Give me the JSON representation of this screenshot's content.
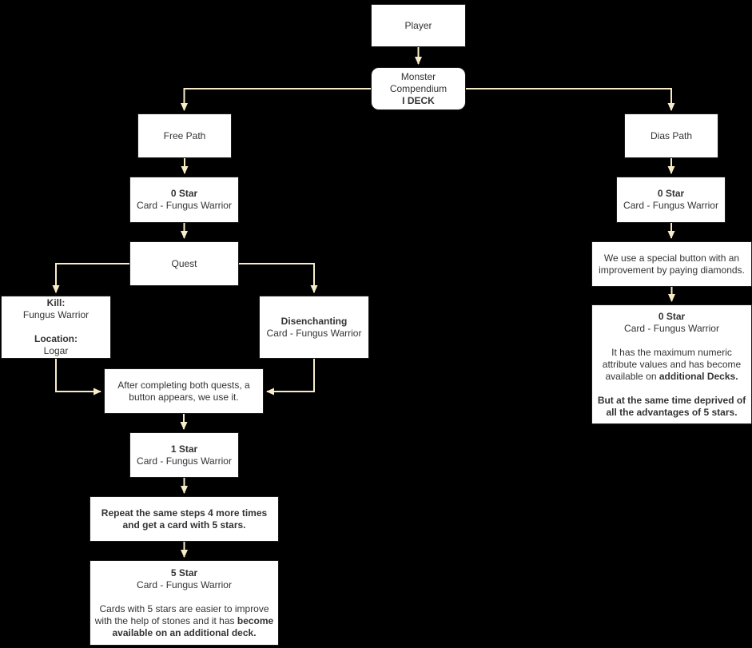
{
  "canvas": {
    "background_color": "#000000",
    "box_fill_color": "#ffffff",
    "text_color": "#333333",
    "arrow_color": "#f8ecc8"
  },
  "nodes": {
    "player": {
      "label": "Player"
    },
    "compendium": {
      "line1": "Monster Compendium",
      "line2_bold": "I DECK"
    },
    "free_path": {
      "label": "Free Path"
    },
    "star0_left": {
      "bold": "0 Star",
      "text": "Card - Fungus Warrior"
    },
    "quest": {
      "label": "Quest"
    },
    "kill": {
      "bold1": "Kill:",
      "text1": "Fungus Warrior",
      "bold2": "Location:",
      "text2": "Logar"
    },
    "disenchanting": {
      "bold": "Disenchanting",
      "text": "Card - Fungus Warrior"
    },
    "after_quests": {
      "text": "After completing both quests, a button appears, we use it."
    },
    "star1": {
      "bold": "1 Star",
      "text": "Card - Fungus Warrior"
    },
    "repeat": {
      "bold": "Repeat the same steps 4 more times and get a card with 5 stars."
    },
    "star5": {
      "bold": "5 Star",
      "text": "Card - Fungus Warrior",
      "p2": "Cards with 5 stars are easier to improve with the help of stones and it has ",
      "p2_bold": "become available on an additional deck."
    },
    "dias_path": {
      "label": "Dias Path"
    },
    "star0_right": {
      "bold": "0 Star",
      "text": "Card - Fungus Warrior"
    },
    "diamond_button": {
      "text": "We use a special button with an improvement by paying diamonds."
    },
    "star0_final": {
      "bold": "0 Star",
      "text": "Card - Fungus Warrior",
      "p2": "It has the maximum numeric attribute values and has become available on ",
      "p2_bold": "additional Decks.",
      "p3_bold": "But at the same time deprived of all the advantages of 5 stars."
    }
  }
}
